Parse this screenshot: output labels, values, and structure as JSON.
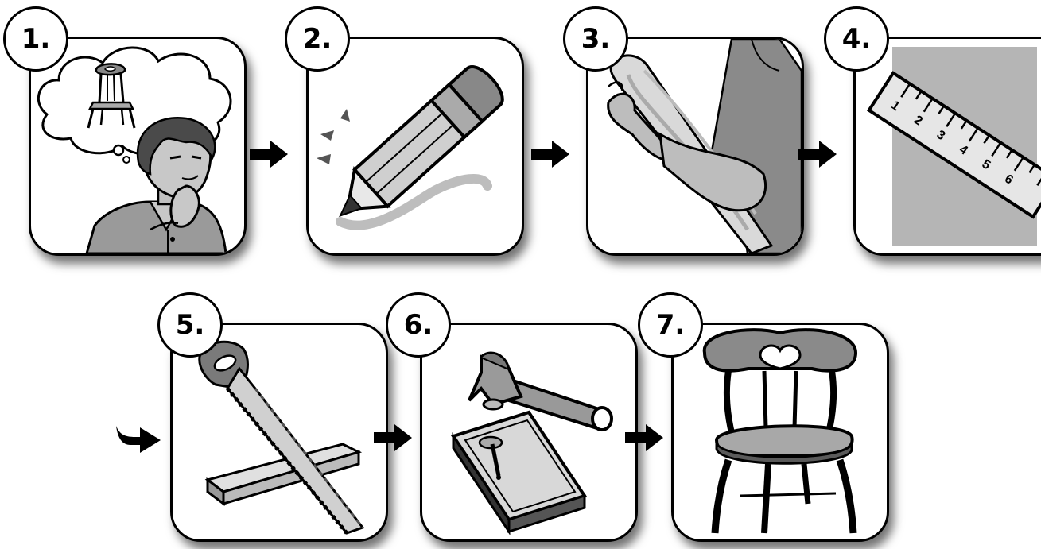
{
  "steps": [
    {
      "number": "1.",
      "icon": "thinking-person-icon"
    },
    {
      "number": "2.",
      "icon": "pencil-icon"
    },
    {
      "number": "3.",
      "icon": "lumber-plank-icon"
    },
    {
      "number": "4.",
      "icon": "ruler-icon"
    },
    {
      "number": "5.",
      "icon": "saw-icon"
    },
    {
      "number": "6.",
      "icon": "hammer-nail-icon"
    },
    {
      "number": "7.",
      "icon": "chair-icon"
    }
  ],
  "ruler_ticks": [
    "1",
    "2",
    "3",
    "4",
    "5",
    "6"
  ],
  "colors": {
    "outline": "#000000",
    "fill_gray": "#9e9e9e",
    "light_gray": "#d0d0d0"
  }
}
